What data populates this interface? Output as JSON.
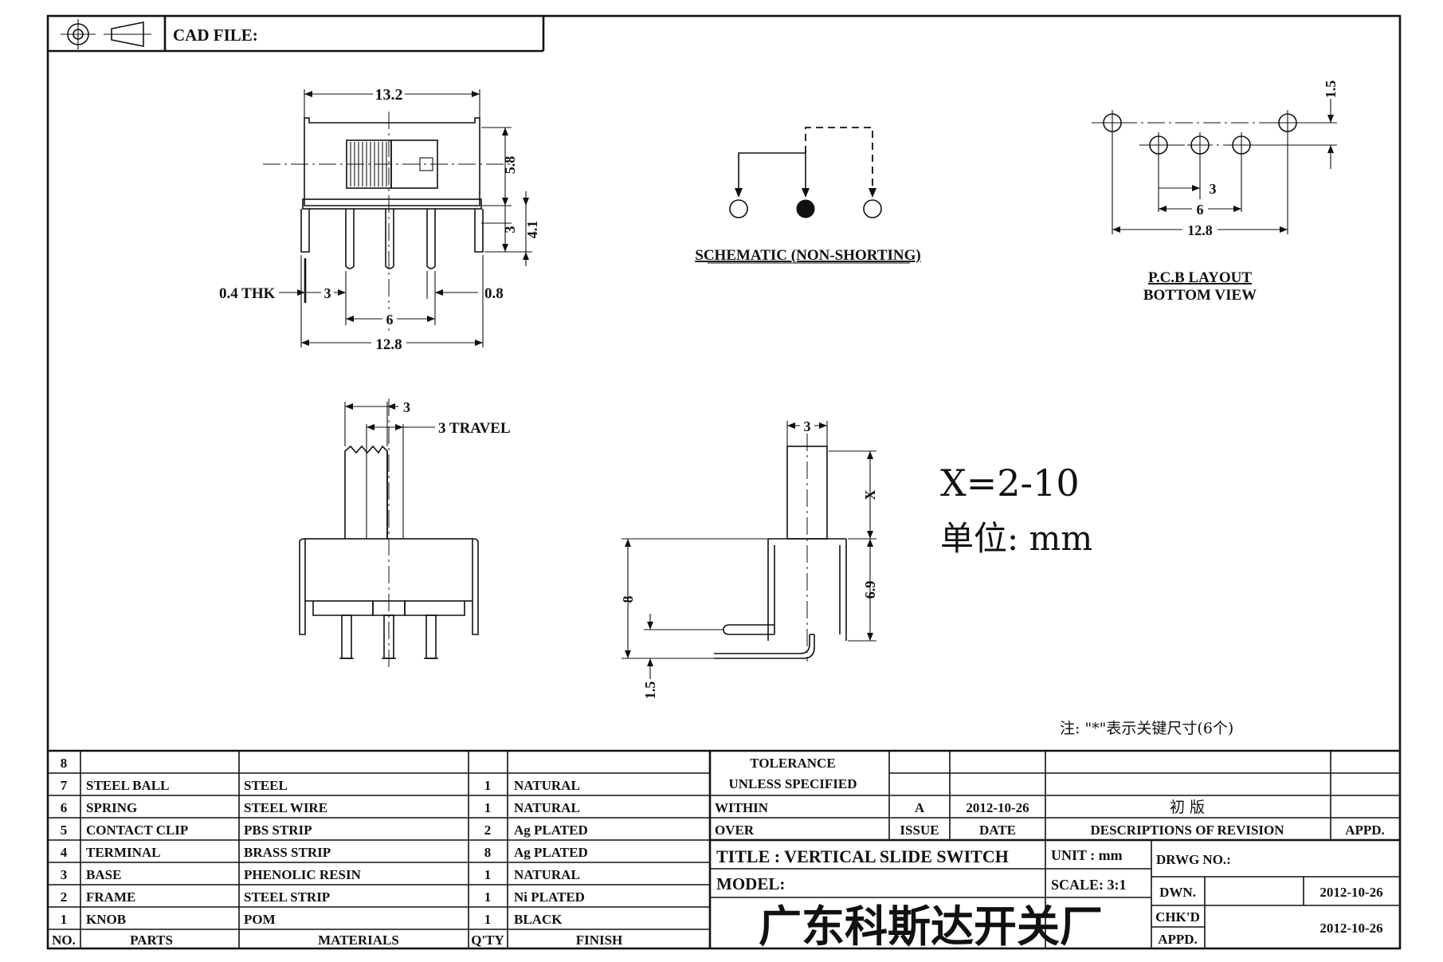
{
  "header": {
    "cad_file_label": "CAD FILE:"
  },
  "front_view": {
    "dim_width": "13.2",
    "dim_height": "5.8",
    "dim_pin": "3",
    "dim_total": "4.1",
    "dim_thk": "0.4 THK",
    "dim_pitch_left": "3",
    "dim_pin_width": "0.8",
    "dim_span_6": "6",
    "dim_span_12_8": "12.8"
  },
  "schematic": {
    "label": "SCHEMATIC (NON-SHORTING)"
  },
  "pcb": {
    "dim_1_5": "1.5",
    "dim_3": "3",
    "dim_6": "6",
    "dim_12_8": "12.8",
    "label_line1": "P.C.B LAYOUT",
    "label_line2": "BOTTOM VIEW"
  },
  "side_view": {
    "dim_3": "3",
    "dim_travel": "3 TRAVEL"
  },
  "end_view": {
    "dim_3": "3",
    "dim_x": "X",
    "dim_6_9": "6.9",
    "dim_8": "8",
    "dim_1_5": "1.5"
  },
  "notes": {
    "x_range": "X=2-10",
    "unit": "单位: mm",
    "key_note": "注: \"*\"表示关键尺寸(6个)"
  },
  "bom": {
    "header": {
      "no": "NO.",
      "parts": "PARTS",
      "materials": "MATERIALS",
      "qty": "Q'TY",
      "finish": "FINISH"
    },
    "rows": [
      {
        "no": "8",
        "parts": "",
        "materials": "",
        "qty": "",
        "finish": ""
      },
      {
        "no": "7",
        "parts": "STEEL BALL",
        "materials": "STEEL",
        "qty": "1",
        "finish": "NATURAL"
      },
      {
        "no": "6",
        "parts": "SPRING",
        "materials": "STEEL WIRE",
        "qty": "1",
        "finish": "NATURAL"
      },
      {
        "no": "5",
        "parts": "CONTACT CLIP",
        "materials": "PBS STRIP",
        "qty": "2",
        "finish": "Ag PLATED"
      },
      {
        "no": "4",
        "parts": "TERMINAL",
        "materials": "BRASS STRIP",
        "qty": "8",
        "finish": "Ag PLATED"
      },
      {
        "no": "3",
        "parts": "BASE",
        "materials": "PHENOLIC RESIN",
        "qty": "1",
        "finish": "NATURAL"
      },
      {
        "no": "2",
        "parts": "FRAME",
        "materials": "STEEL STRIP",
        "qty": "1",
        "finish": "Ni PLATED"
      },
      {
        "no": "1",
        "parts": "KNOB",
        "materials": "POM",
        "qty": "1",
        "finish": "BLACK"
      }
    ]
  },
  "title_block": {
    "tolerance": "TOLERANCE",
    "unless_specified": "UNLESS   SPECIFIED",
    "within": "WITHIN",
    "over": "OVER",
    "issue_value": "A",
    "date_value": "2012-10-26",
    "revision_value": "初  版",
    "issue_label": "ISSUE",
    "date_label": "DATE",
    "descriptions_label": "DESCRIPTIONS OF REVISION",
    "appd_label": "APPD.",
    "title": "TITLE :   VERTICAL  SLIDE  SWITCH",
    "unit_label": "UNIT :   mm",
    "drwg_no_label": "DRWG NO.:",
    "model_label": "MODEL:",
    "scale_label": "SCALE:   3:1",
    "dwn_label": "DWN.",
    "dwn_date": "2012-10-26",
    "chkd_label": "CHK'D",
    "chkd_date": "2012-10-26",
    "appd2_label": "APPD.",
    "company": "广东科斯达开关厂"
  }
}
